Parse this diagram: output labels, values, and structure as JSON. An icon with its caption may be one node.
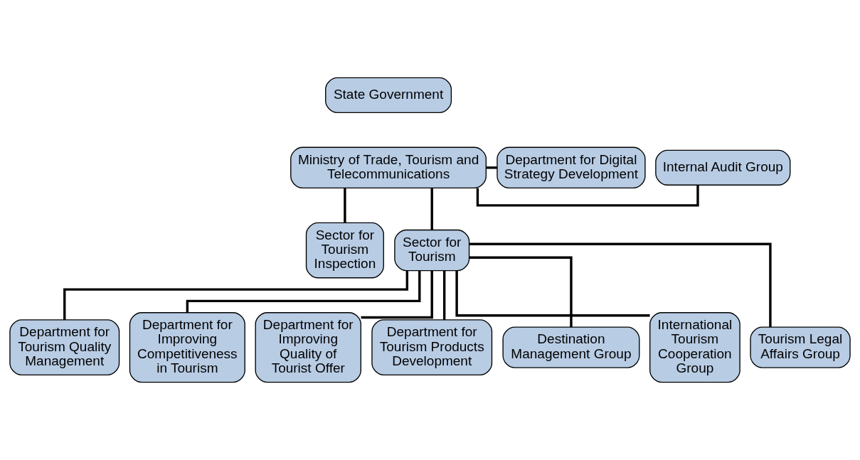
{
  "diagram": {
    "nodes": [
      {
        "text": [
          "State Government"
        ]
      },
      {
        "text": [
          "Ministry of Trade, Tourism and Telecommunications"
        ]
      },
      {
        "text": [
          "Department for Digital Strategy Development"
        ]
      },
      {
        "text": [
          "Internal Audit Group"
        ]
      },
      {
        "text": [
          "Sector for Tourism Inspection"
        ]
      },
      {
        "text": [
          "Sector for Tourism"
        ]
      },
      {
        "text": [
          "Department for Tourism Quality Management"
        ]
      },
      {
        "text": [
          "Department for Improving Competitiveness in Tourism"
        ]
      },
      {
        "text": [
          "Department for Improving Quality of Tourist Offer"
        ]
      },
      {
        "text": [
          "Department for Tourism Products Development"
        ]
      },
      {
        "text": [
          "Destination Management Group"
        ]
      },
      {
        "text": [
          "International Tourism Cooperation Group"
        ]
      },
      {
        "text": [
          "Tourism Legal Affairs Group"
        ]
      }
    ],
    "edges": [
      {
        "from": 1,
        "to": 2,
        "arrow": "none"
      },
      {
        "from": 1,
        "to": 3,
        "arrow": "none"
      },
      {
        "from": 1,
        "to": 4,
        "arrow": "none"
      },
      {
        "from": 1,
        "to": 5,
        "arrow": "none"
      },
      {
        "from": 5,
        "to": 6,
        "arrow": "none"
      },
      {
        "from": 5,
        "to": 7,
        "arrow": "none"
      },
      {
        "from": 5,
        "to": 8,
        "arrow": "none"
      },
      {
        "from": 5,
        "to": 9,
        "arrow": "none"
      },
      {
        "from": 5,
        "to": 10,
        "arrow": "none"
      },
      {
        "from": 5,
        "to": 11,
        "arrow": "none"
      },
      {
        "from": 5,
        "to": 12,
        "arrow": "none"
      }
    ]
  }
}
